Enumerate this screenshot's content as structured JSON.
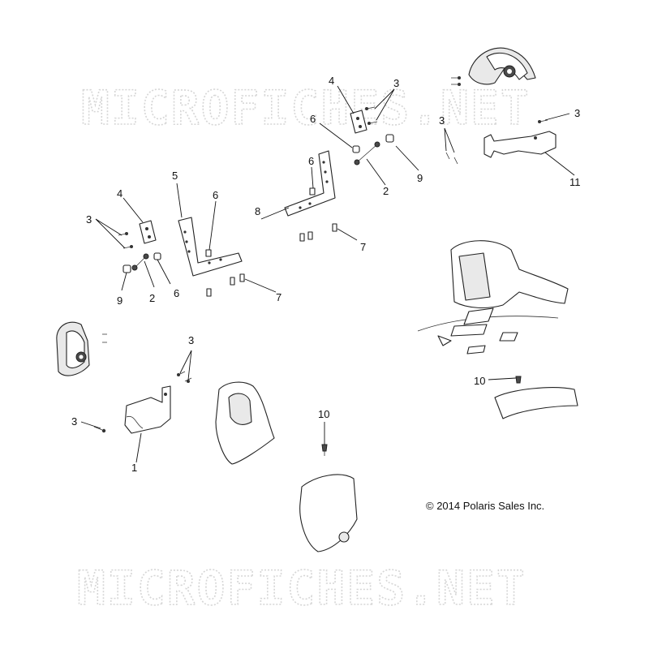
{
  "watermark": {
    "top": "MICROFICHES.NET",
    "bottom": "MICROFICHES.NET"
  },
  "copyright": "© 2014 Polaris Sales Inc.",
  "callouts": {
    "c1": "1",
    "c2a": "2",
    "c2b": "2",
    "c3a": "3",
    "c3b": "3",
    "c3c": "3",
    "c3d": "3",
    "c3e": "3",
    "c3f": "3",
    "c4a": "4",
    "c4b": "4",
    "c5": "5",
    "c6a": "6",
    "c6b": "6",
    "c6c": "6",
    "c6d": "6",
    "c7a": "7",
    "c7b": "7",
    "c8": "8",
    "c9a": "9",
    "c9b": "9",
    "c10a": "10",
    "c10b": "10",
    "c11": "11"
  }
}
